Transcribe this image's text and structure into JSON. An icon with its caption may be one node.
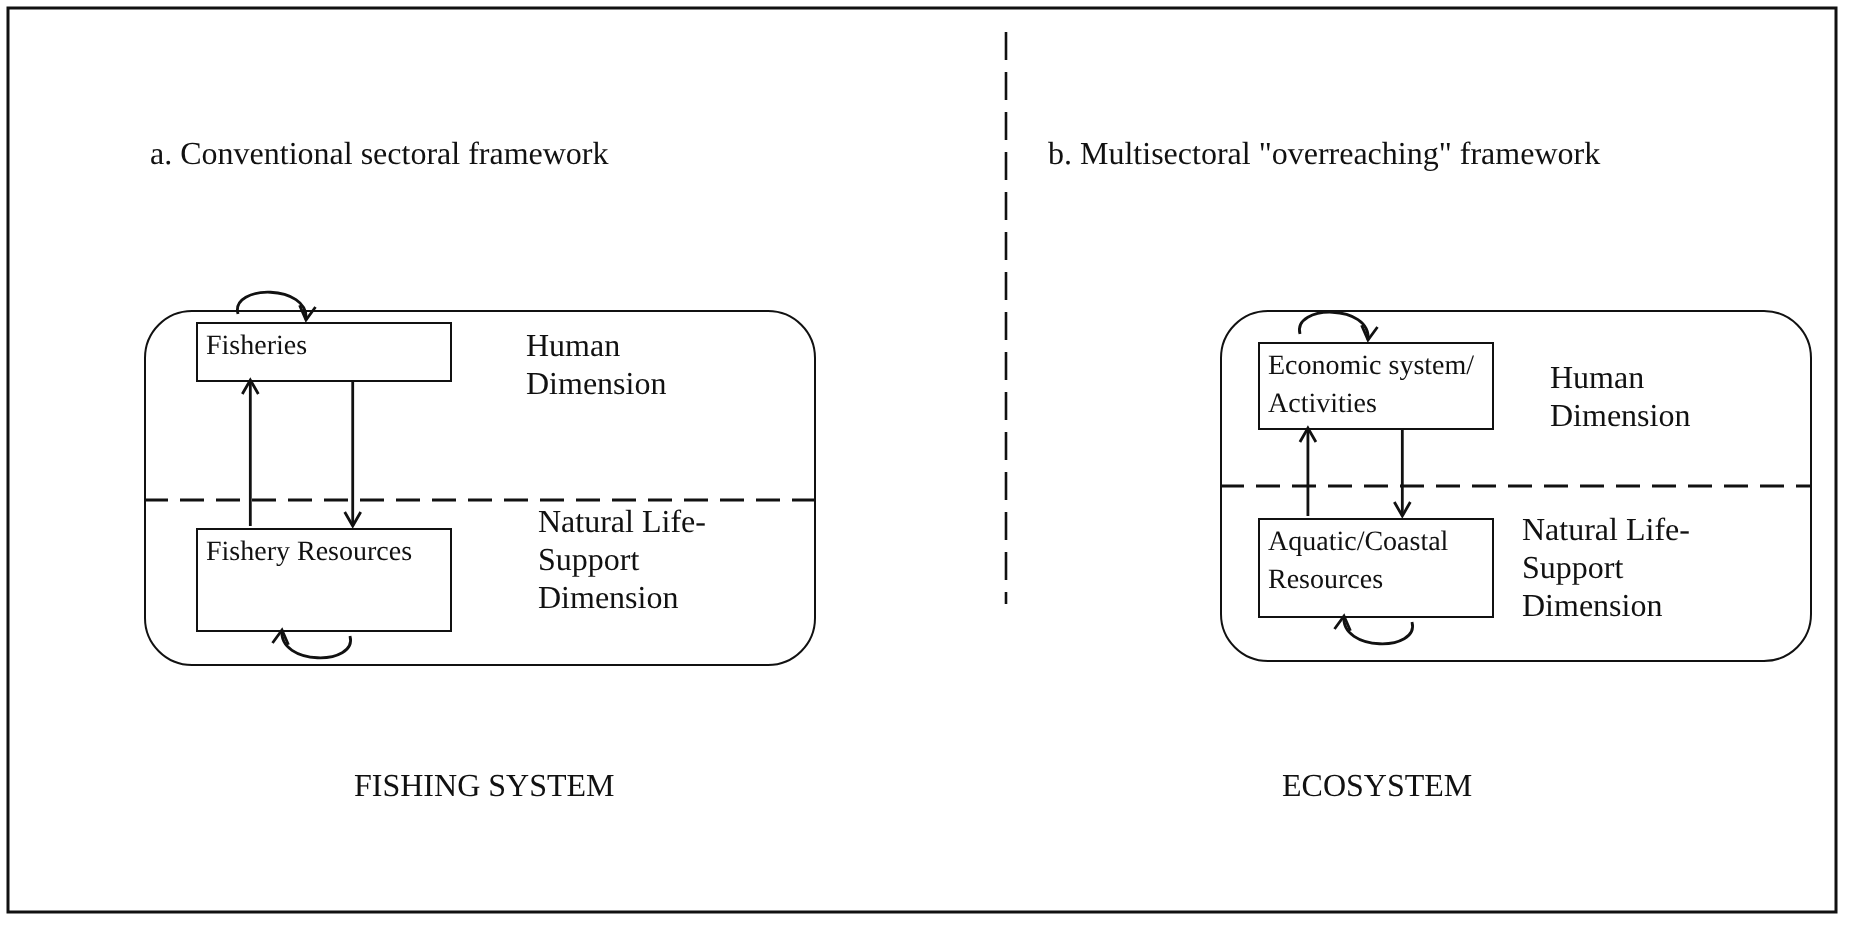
{
  "diagram": {
    "nodes": [
      {
        "text": [
          "Human Dimension",
          "Natural Life-Support Dimension"
        ],
        "beside": [
          "FISHING SYSTEM"
        ]
      },
      {
        "text": [
          "Fisheries"
        ],
        "in": 0
      },
      {
        "text": [
          "Fishery Resources"
        ],
        "in": 0
      },
      {
        "text": [
          "Human Dimension",
          "Natural Life-Support Dimension"
        ],
        "beside": [
          "ECOSYSTEM"
        ]
      },
      {
        "text": [
          "Economic system/ Activities"
        ],
        "in": 3
      },
      {
        "text": [
          "Aquatic/Coastal Resources"
        ],
        "in": 3
      }
    ],
    "edges": [
      {
        "from": null,
        "to": 1,
        "arrow": "to"
      },
      {
        "from": 2,
        "to": 1,
        "arrow": "to"
      },
      {
        "from": 1,
        "to": 2,
        "arrow": "to"
      },
      {
        "from": null,
        "to": 2,
        "arrow": "to"
      },
      {
        "from": null,
        "to": 4,
        "arrow": "to"
      },
      {
        "from": 5,
        "to": 4,
        "arrow": "to"
      },
      {
        "from": 4,
        "to": 5,
        "arrow": "to"
      },
      {
        "from": null,
        "to": 5,
        "arrow": "to"
      }
    ],
    "labels": [
      "a. Conventional sectoral framework",
      "b. Multisectoral \"overreaching\" framework"
    ]
  }
}
